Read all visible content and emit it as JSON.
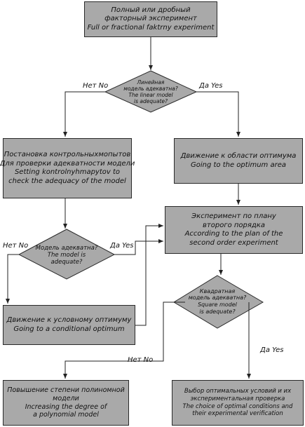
{
  "nodes": {
    "start": [
      "Полный или дробный",
      "факторный эксперимент",
      "Full or fractional faktrny experiment"
    ],
    "decision_linear": [
      "Линейная",
      "модель адекватна?",
      "The linear model",
      "is adequate?"
    ],
    "control_tests": [
      "Постановка контрольныхмопытов",
      "Для проверки адекватности модели",
      "Setting kontrolnyhmapytov to",
      "check the adequacy of the model"
    ],
    "optimum_motion": [
      "Движение к области оптимума",
      "Going to the optimum area"
    ],
    "second_order": [
      "Эксперимент по плану",
      "второго порядка",
      "According to the plan of the",
      "second order experiment"
    ],
    "decision_model": [
      "Модель адекватна?",
      "The model is",
      "adequate?"
    ],
    "conditional_optimum": [
      "Движение к условному оптимуму",
      "Going to a conditional optimum"
    ],
    "decision_square": [
      "Квадратная",
      "модель адекватна?",
      "Square model",
      "is adequate?"
    ],
    "increase_degree": [
      "Повышение степени полиномной",
      "модели",
      "Increasing the degree of",
      "a polynomial model"
    ],
    "optimal_conditions": [
      "Выбор оптимальных условий и их",
      "экспериментальная проверка",
      "The choice of optimal conditions and",
      "their experimental verification"
    ]
  },
  "labels": {
    "no_1": "Нет No",
    "yes_1": "Да Yes",
    "no_2": "Нет No",
    "yes_2": "Да Yes",
    "no_3": "Нет No",
    "yes_3": "Да Yes"
  }
}
